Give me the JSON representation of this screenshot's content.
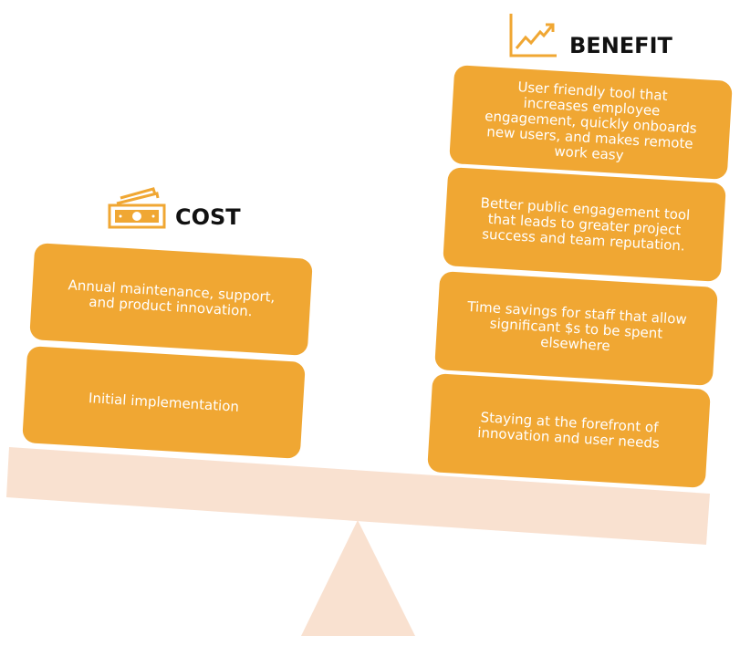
{
  "colors": {
    "box": "#f0a733",
    "scale": "#f9e1d0",
    "heading": "#111111"
  },
  "cost": {
    "title": "COST",
    "icon": "money-bill-icon",
    "items": [
      "Annual maintenance, support, and product innovation.",
      "Initial implementation"
    ]
  },
  "benefit": {
    "title": "BENEFIT",
    "icon": "trend-chart-icon",
    "items": [
      "User friendly tool that increases employee engagement, quickly onboards new users, and makes remote work easy",
      "Better public engagement tool that leads to greater project success and team reputation.",
      "Time savings for staff that allow significant $s to be spent elsewhere",
      "Staying at the forefront of innovation and user needs"
    ]
  }
}
